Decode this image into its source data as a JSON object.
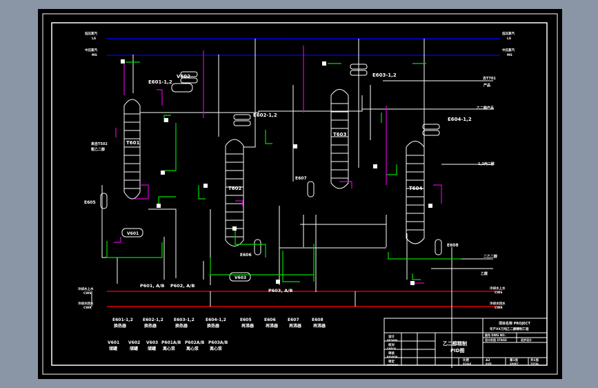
{
  "drawing": {
    "title_line1": "乙二醇精制",
    "title_line2": "PID图",
    "project_name": "项目名称 PROJECT",
    "project_subtitle": "年产XX万吨乙二醇精制工程",
    "design_stage_label": "设计阶段 STAGE",
    "design_stage_value": "初步设计",
    "drawing_no_label": "图号 DWG NO.",
    "colors": {
      "background": "#000000",
      "frame": "#ffffff",
      "process_line": "#ffffff",
      "signal_line": "#00dd00",
      "instrument_line": "#dd00dd",
      "utility_blue": "#0000dd",
      "utility_red": "#dd0000",
      "window_bg": "#8a96a6"
    }
  },
  "utility_headers": {
    "top": [
      {
        "label": "低压蒸汽",
        "code": "LS"
      },
      {
        "label": "中压蒸汽",
        "code": "MS"
      }
    ],
    "bottom": [
      {
        "label": "冷却水上水",
        "code": "CWS"
      },
      {
        "label": "冷却水回水",
        "code": "CWR"
      }
    ],
    "right_top": [
      {
        "label": "低压蒸汽",
        "code": "LS"
      },
      {
        "label": "中压蒸汽",
        "code": "MS"
      }
    ],
    "right_bottom": [
      {
        "label": "冷却水上水",
        "code": "CWS"
      },
      {
        "label": "冷却水回水",
        "code": "CWR"
      }
    ]
  },
  "equipment_tags": {
    "T601": "T601",
    "T602": "T602",
    "T603": "T603",
    "T604": "T604",
    "E601": "E601-1,2",
    "E602": "E602-1,2",
    "E603": "E603-1,2",
    "E604": "E604-1,2",
    "E605": "E605",
    "E606": "E606",
    "E607": "E607",
    "E608": "E608",
    "V601": "V601",
    "V602": "V602",
    "V603": "V603",
    "P601": "P601, A/B",
    "P602": "P602, A/B",
    "P603": "P603, A/B"
  },
  "stream_labels": {
    "feed_in_1": "来自T502",
    "feed_in_2": "粗乙二醇",
    "out_1a": "去T701",
    "out_1b": "产品",
    "out_2": "乙二醇产品",
    "out_3": "1,2丙二醇",
    "out_4": "二乙二醇",
    "out_5": "乙醛"
  },
  "legend": {
    "row1": [
      {
        "tag": "E601-1,2",
        "name": "换热器"
      },
      {
        "tag": "E602-1,2",
        "name": "换热器"
      },
      {
        "tag": "E603-1,2",
        "name": "换热器"
      },
      {
        "tag": "E604-1,2",
        "name": "换热器"
      },
      {
        "tag": "E605",
        "name": "再沸器"
      },
      {
        "tag": "E606",
        "name": "再沸器"
      },
      {
        "tag": "E607",
        "name": "再沸器"
      },
      {
        "tag": "E608",
        "name": "再沸器"
      }
    ],
    "row2": [
      {
        "tag": "V601",
        "name": "储罐"
      },
      {
        "tag": "V602",
        "name": "储罐"
      },
      {
        "tag": "V603",
        "name": "储罐"
      },
      {
        "tag": "P601A/B",
        "name": "离心泵"
      },
      {
        "tag": "P602A/B",
        "name": "离心泵"
      },
      {
        "tag": "P603A/B",
        "name": "离心泵"
      }
    ]
  },
  "title_block": {
    "left_rows": [
      {
        "cn": "设计",
        "en": "DESIGN"
      },
      {
        "cn": "校对",
        "en": "CHECK"
      },
      {
        "cn": "审核",
        "en": "REVIEW"
      },
      {
        "cn": "审定",
        "en": "APPROV"
      }
    ],
    "bottom_cells": [
      {
        "cn": "比例",
        "en": "SCALE"
      },
      {
        "cn": "A2",
        "en": "SIZE"
      },
      {
        "cn": "第1张",
        "en": "SHEET"
      },
      {
        "cn": "共1张",
        "en": "TOTAL"
      }
    ]
  }
}
